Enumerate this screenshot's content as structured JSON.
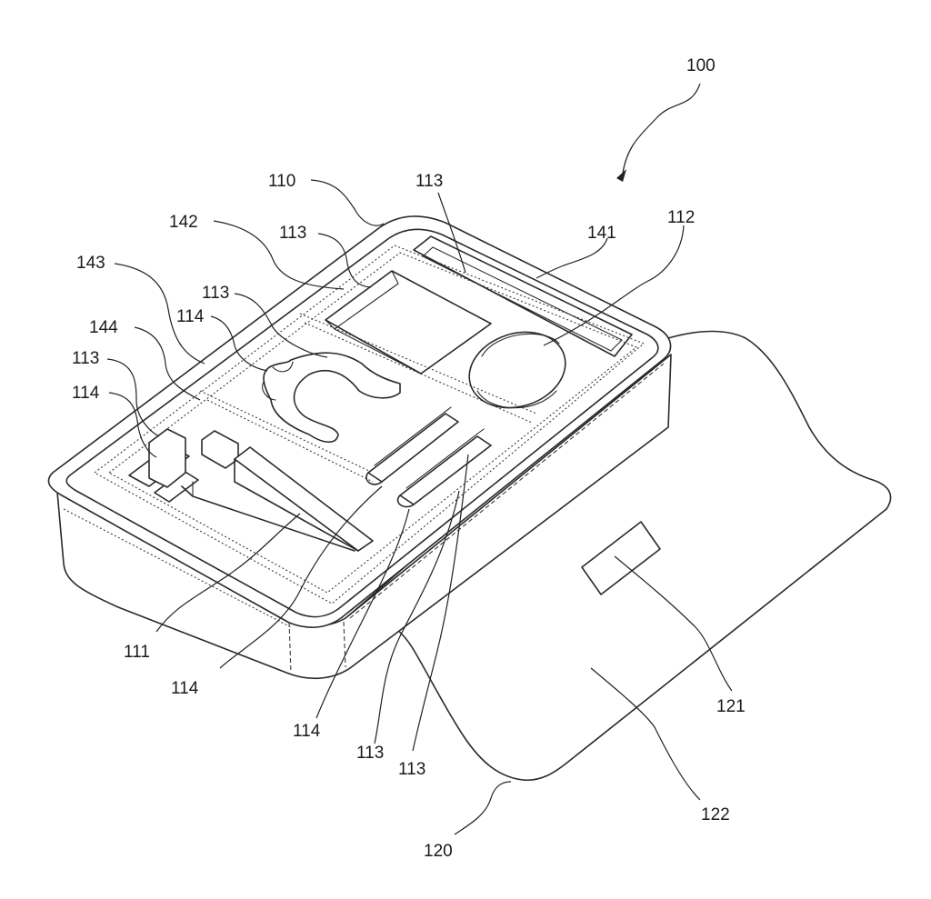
{
  "figure": {
    "labels": {
      "l100": "100",
      "l110": "110",
      "l113_top": "113",
      "l142": "142",
      "l113_mid": "113",
      "l141": "141",
      "l112": "112",
      "l143": "143",
      "l113_left": "113",
      "l114_left": "114",
      "l144": "144",
      "l113_far": "113",
      "l114_far": "114",
      "l111": "111",
      "l114_bottom": "114",
      "l114_center": "114",
      "l113_bottom_a": "113",
      "l113_bottom_b": "113",
      "l121": "121",
      "l122": "122",
      "l120": "120"
    }
  }
}
